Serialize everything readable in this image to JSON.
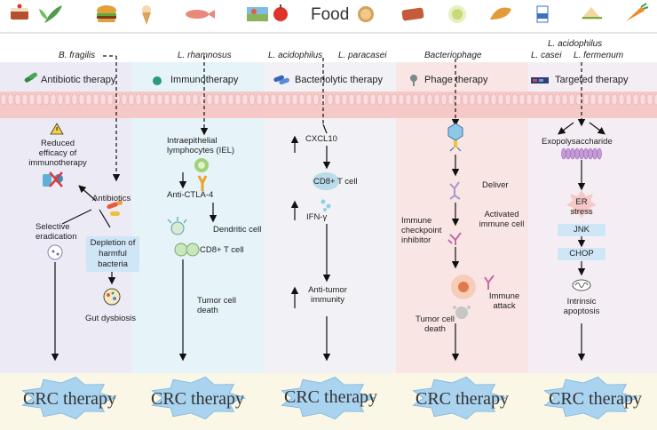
{
  "header": {
    "title": "Food",
    "food_icons": [
      "cake-icon",
      "herb-icon",
      "burger-icon",
      "ice-cream-icon",
      "fish-icon",
      "meal-tray-icon",
      "apple-icon",
      "soup-bowl-icon",
      "meat-icon",
      "salad-plate-icon",
      "bread-icon",
      "milk-icon",
      "sandwich-icon",
      "carrot-icon"
    ]
  },
  "columns": [
    {
      "bacteria": [
        "B. fragilis"
      ],
      "therapy": "Antibiotic therapy",
      "nodes": {
        "warning": "Reduced efficacy of immunotherapy",
        "antibiotics": "Antibiotics",
        "selective": "Selective eradication",
        "depletion": "Depletion of harmful bacteria",
        "dysbiosis": "Gut dysbiosis"
      },
      "outcome": "CRC therapy"
    },
    {
      "bacteria": [
        "L. rhamnosus"
      ],
      "therapy": "Immunotherapy",
      "nodes": {
        "iel": "Intraepithelial lymphocytes (IEL)",
        "ctla4": "Anti-CTLA-4",
        "dendritic": "Dendritic cell",
        "cd8": "CD8+ T cell",
        "death": "Tumor cell death"
      },
      "outcome": "CRC therapy"
    },
    {
      "bacteria": [
        "L. acidophilus",
        "L. paracasei"
      ],
      "therapy": "Bacteriolytic therapy",
      "nodes": {
        "cxcl10": "CXCL10",
        "cd8": "CD8+ T cell",
        "ifn": "IFN-γ",
        "immunity": "Anti-tumor immunity"
      },
      "outcome": "CRC therapy"
    },
    {
      "bacteria": [
        "Bacteriophage"
      ],
      "therapy": "Phage therapy",
      "nodes": {
        "deliver": "Deliver",
        "inhibitor": "Immune checkpoint inhibitor",
        "activated": "Activated immune cell",
        "attack": "Immune attack",
        "death": "Tumor cell death"
      },
      "outcome": "CRC therapy"
    },
    {
      "bacteria": [
        "L. acidophilus",
        "L. casei",
        "L. fermenum"
      ],
      "therapy": "Targeted therapy",
      "nodes": {
        "exo": "Exopolysaccharide",
        "er": "ER stress",
        "jnk": "JNK",
        "chop": "CHOP",
        "apoptosis": "Intrinsic apoptosis"
      },
      "outcome": "CRC therapy"
    }
  ]
}
